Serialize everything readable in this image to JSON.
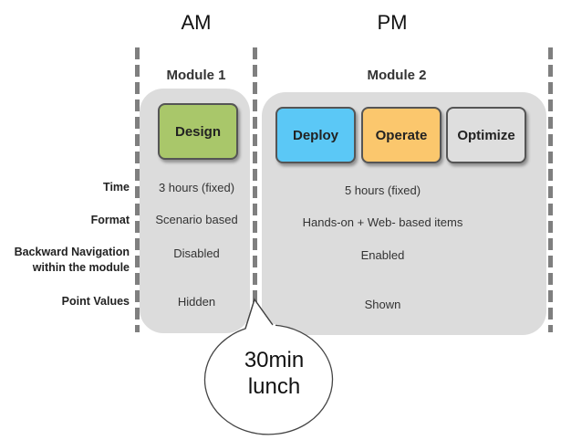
{
  "headers": {
    "am": "AM",
    "pm": "PM"
  },
  "modules": [
    {
      "title": "Module 1",
      "stages": [
        {
          "label": "Design",
          "color": "#a9c76a"
        }
      ]
    },
    {
      "title": "Module 2",
      "stages": [
        {
          "label": "Deploy",
          "color": "#5bc8f6"
        },
        {
          "label": "Operate",
          "color": "#fbc76d"
        },
        {
          "label": "Optimize",
          "color": "#dedede"
        }
      ]
    }
  ],
  "rows": [
    {
      "label": "Time",
      "module1": "3 hours (fixed)",
      "module2": "5 hours (fixed)"
    },
    {
      "label": "Format",
      "module1": "Scenario based",
      "module2": "Hands-on + Web- based items"
    },
    {
      "label_line1": "Backward Navigation",
      "label_line2": "within the module",
      "module1": "Disabled",
      "module2": "Enabled"
    },
    {
      "label": "Point Values",
      "module1": "Hidden",
      "module2": "Shown"
    }
  ],
  "callout": {
    "line1": "30min",
    "line2": "lunch"
  }
}
